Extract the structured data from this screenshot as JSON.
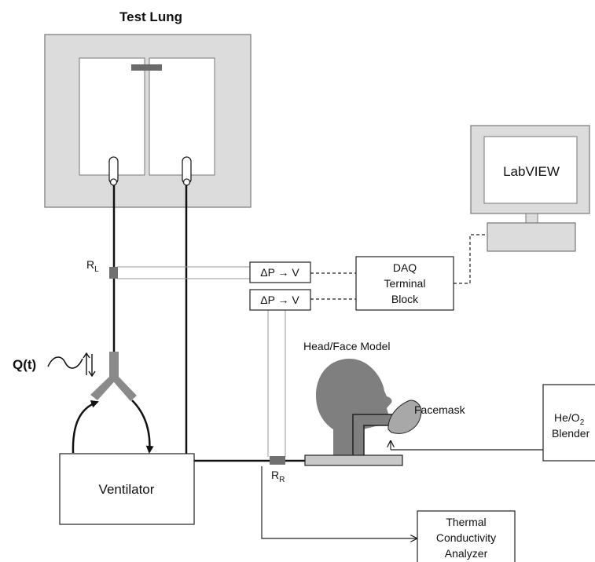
{
  "title": "Test Lung",
  "resistor_left": {
    "main": "R",
    "sub": "L"
  },
  "resistor_right": {
    "main": "R",
    "sub": "R"
  },
  "transducer_top": "ΔP → V",
  "transducer_bottom": "ΔP → V",
  "daq": {
    "line1": "DAQ",
    "line2": "Terminal",
    "line3": "Block"
  },
  "computer": {
    "screen_label": "LabVIEW"
  },
  "flow_label": "Q(t)",
  "ventilator": "Ventilator",
  "head_face_model": "Head/Face Model",
  "facemask": "Facemask",
  "blender": {
    "line1_main": "He/O",
    "line1_sub": "2",
    "line2": "Blender"
  },
  "analyzer": {
    "line1": "Thermal",
    "line2": "Conductivity",
    "line3": "Analyzer"
  }
}
